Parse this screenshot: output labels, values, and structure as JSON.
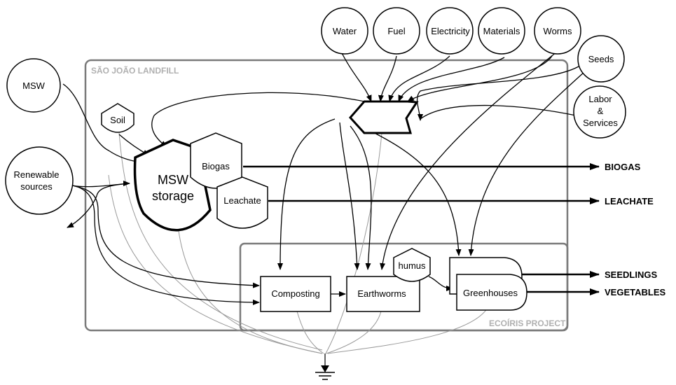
{
  "boundaries": {
    "landfill": "SÃO JOÃO LANDFILL",
    "project": "ECOÍRIS PROJECT"
  },
  "sources": {
    "water": "Water",
    "fuel": "Fuel",
    "electricity": "Electricity",
    "materials": "Materials",
    "worms": "Worms",
    "seeds": "Seeds",
    "labor": [
      "Labor",
      "&",
      "Services"
    ],
    "msw": "MSW",
    "renewable": [
      "Renewable",
      "sources"
    ]
  },
  "storages": {
    "soil": "Soil",
    "msw_storage": [
      "MSW",
      "storage"
    ],
    "biogas": "Biogas",
    "leachate": "Leachate",
    "humus": "humus"
  },
  "processes": {
    "composting": "Composting",
    "earthworms": "Earthworms",
    "greenhouses": "Greenhouses"
  },
  "outputs": {
    "biogas": "BIOGAS",
    "leachate": "LEACHATE",
    "seedlings": "SEEDLINGS",
    "vegetables": "VEGETABLES"
  },
  "colors": {
    "boundary": "#7a7a7a",
    "boundary_title": "#b0b0b0",
    "heat_flow": "#9a9a9a"
  }
}
